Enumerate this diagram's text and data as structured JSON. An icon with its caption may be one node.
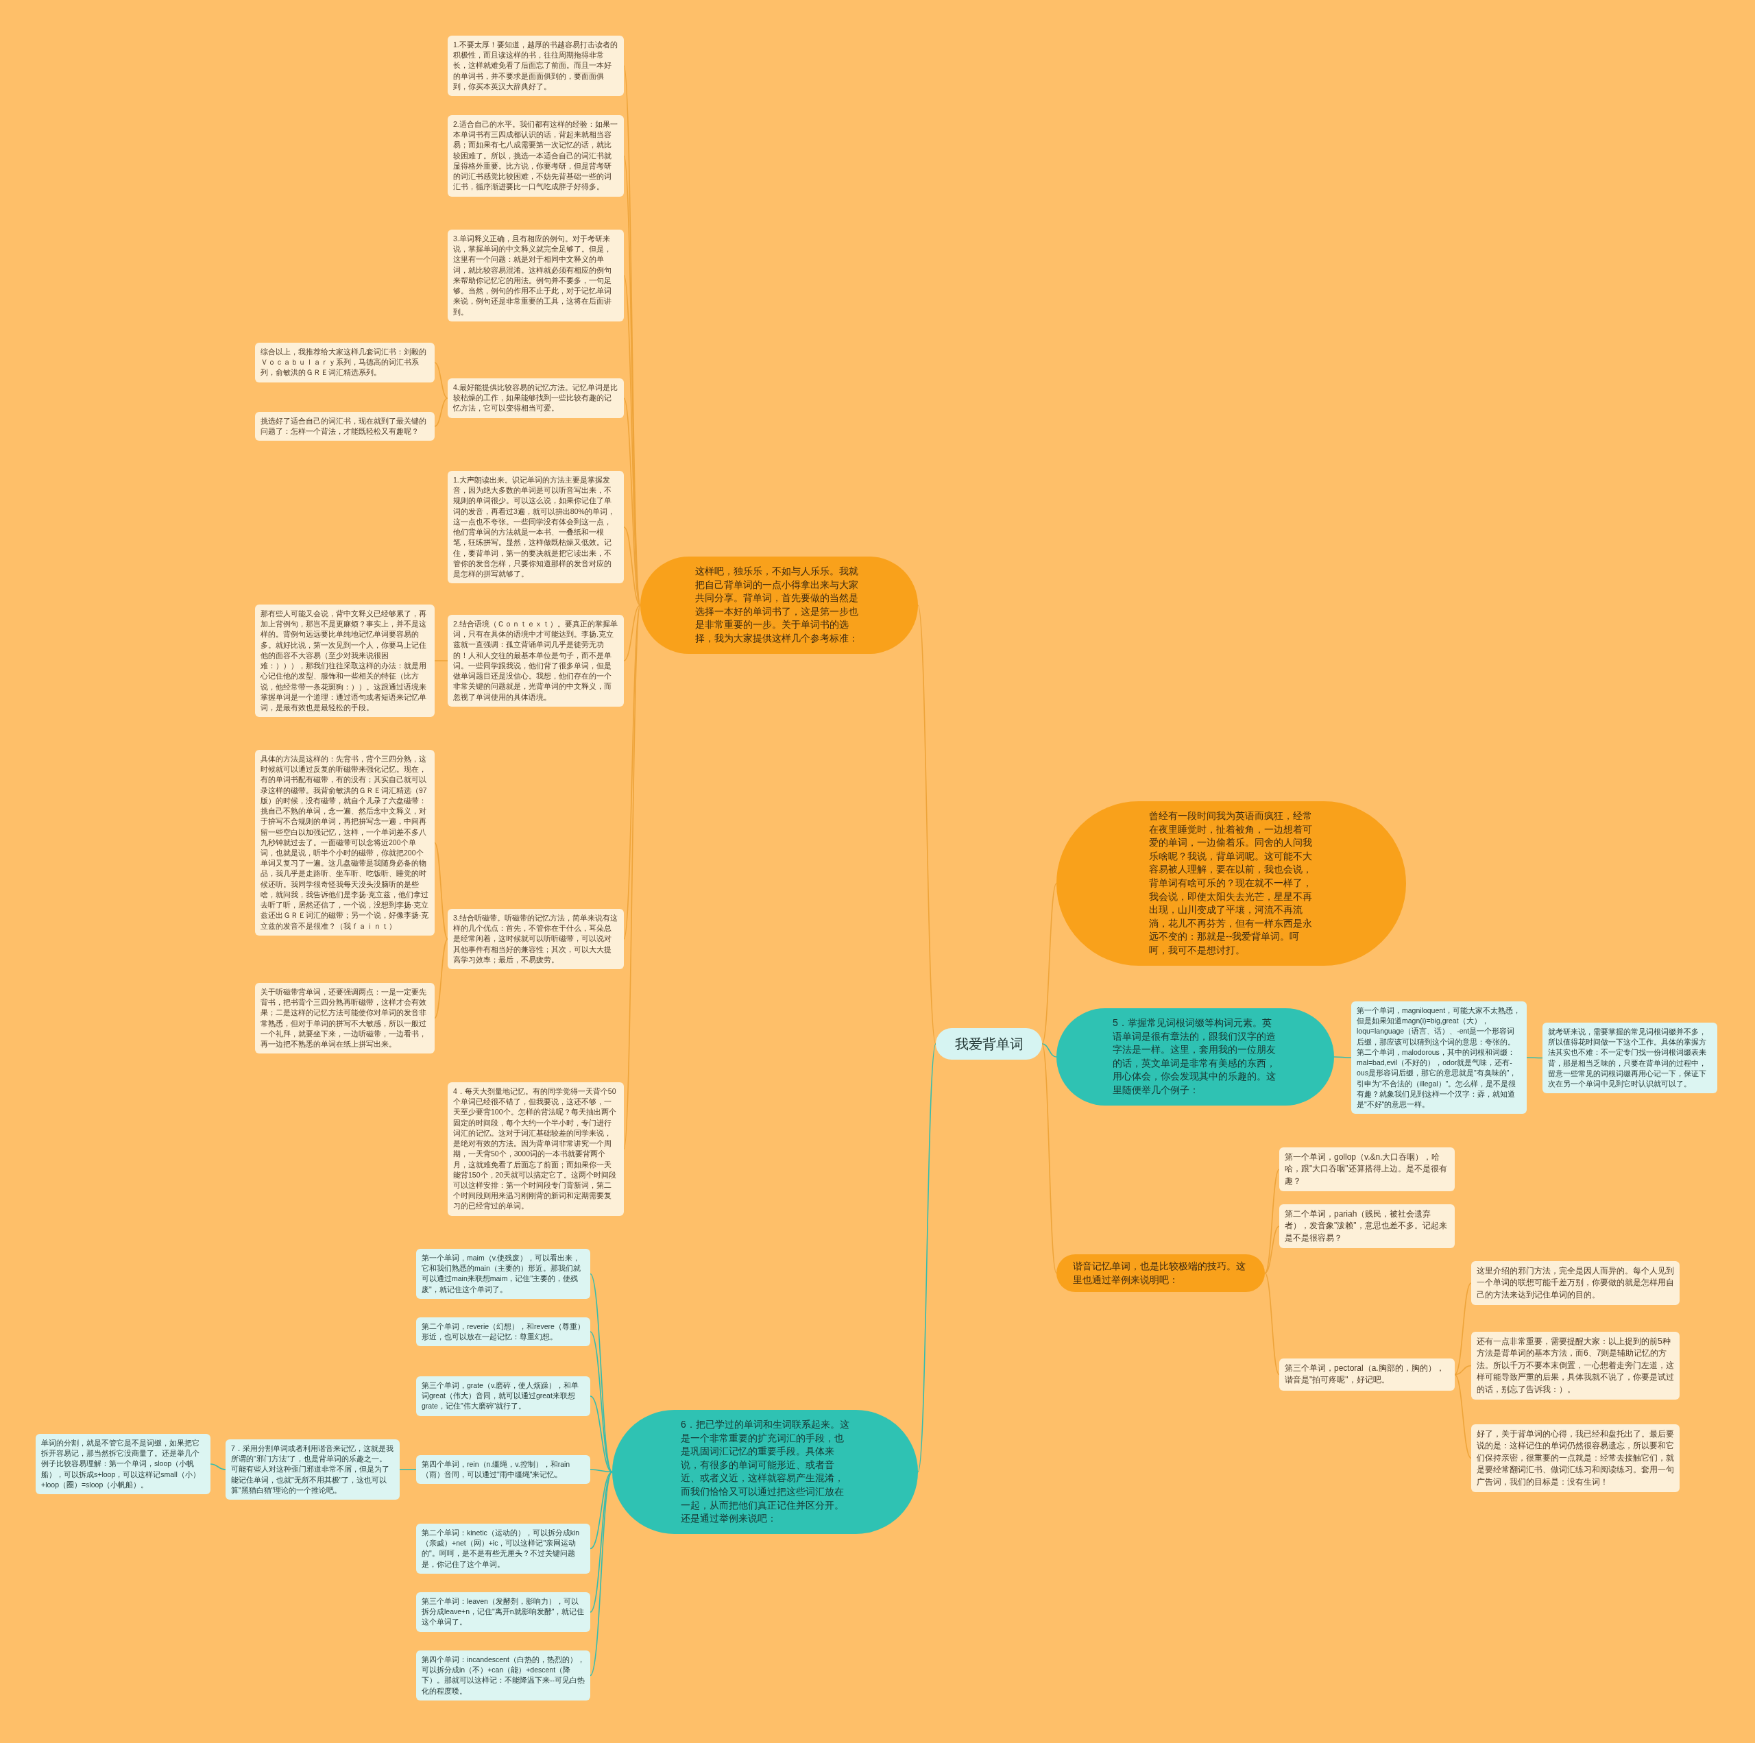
{
  "diagram": {
    "nodes": [
      {
        "text": [
          "我爱背单词"
        ]
      },
      {
        "text": [
          "这样吧，独乐乐，不如与人乐乐。我就把自己背单词的一点小得拿出来与大家共同分享。背单词，首先要做的当然是选择一本好的单词书了，这是第一步也是非常重要的一步。关于单词书的选择，我为大家提供这样几个参考标准："
        ]
      },
      {
        "text": [
          "1.不要太厚！要知道，越厚的书越容易打击读者的积极性，而且读这样的书，往往周期拖得非常长，这样就难免看了后面忘了前面。而且一本好的单词书，并不要求是面面俱到的，要面面俱到，你买本英汉大辞典好了。"
        ]
      },
      {
        "text": [
          "2.适合自己的水平。我们都有这样的经验：如果一本单词书有三四成都认识的话，背起来就相当容易；而如果有七八成需要第一次记忆的话，就比较困难了。所以，挑选一本适合自己的词汇书就显得格外重要。比方说，你要考研，但是背考研的词汇书感觉比较困难，不妨先背基础一些的词汇书，循序渐进要比一口气吃成胖子好得多。"
        ]
      },
      {
        "text": [
          "3.单词释义正确，且有相应的例句。对于考研来说，掌握单词的中文释义就完全足够了。但是，这里有一个问题：就是对于相同中文释义的单词，就比较容易混淆。这样就必须有相应的例句来帮助你记忆它的用法。例句并不要多，一句足够。当然，例句的作用不止于此，对于记忆单词来说，例句还是非常重要的工具，这将在后面讲到。"
        ]
      },
      {
        "text": [
          "4.最好能提供比较容易的记忆方法。记忆单词是比较枯燥的工作，如果能够找到一些比较有趣的记忆方法，它可以变得相当可爱。"
        ]
      },
      {
        "text": [
          "综合以上，我推荐给大家这样几套词汇书：刘毅的Ｖｏｃａｂｕｌａｒｙ系列，马德高的词汇书系列，俞敏洪的ＧＲＥ词汇精选系列。"
        ]
      },
      {
        "text": [
          "挑选好了适合自己的词汇书，现在就到了最关键的问题了：怎样一个背法，才能既轻松又有趣呢？"
        ]
      },
      {
        "text": [
          "1.大声朗读出来。识记单词的方法主要是掌握发音，因为绝大多数的单词是可以听音写出来，不规则的单词很少。可以这么说，如果你记住了单词的发音，再看过3遍，就可以拚出80%的单词，这一点也不夸张。一些同学没有体会到这一点，他们背单词的方法就是一本书、一叠纸和一根笔，狂练拼写。显然，这样做既枯燥又低效。记住，要背单词，第一的要决就是把它读出来，不管你的发音怎样，只要你知道那样的发音对应的是怎样的拼写就够了。"
        ]
      },
      {
        "text": [
          "2.结合语境（Ｃｏｎｔｅｘｔ）。要真正的掌握单词，只有在具体的语境中才可能达到。李扬.克立兹就一直强调：孤立背诵单词几乎是徒劳无功的！人和人交往的最基本单位是句子，而不是单词。一些同学跟我说，他们背了很多单词，但是做单词题目还是没信心。我想，他们存在的一个非常关键的问题就是，光背单词的中文释义，而忽视了单词使用的具体语境。"
        ]
      },
      {
        "text": [
          "那有些人可能又会说，背中文释义已经够累了，再加上背例句，那岂不是更麻烦？事实上，并不是这样的。背例句远远要比单纯地记忆单词要容易的多。就好比说，第一次见到一个人，你要马上记住他的面容不大容易（至少对我来说很困难：））），那我们往往采取这样的办法：就是用心记住他的发型、服饰和一些相关的特征（比方说，他经常带一条花斑狗：））。这跟通过语境来掌握单词是一个道理：通过语句或者短语来记忆单词，是最有效也是最轻松的手段。"
        ]
      },
      {
        "text": [
          "3.结合听磁带。听磁带的记忆方法，简单来说有这样的几个优点：首先，不管你在干什么，耳朵总是经常闲着，这时候就可以听听磁带，可以说对其他事件有相当好的兼容性；其次，可以大大提高学习效率；最后，不易疲劳。"
        ]
      },
      {
        "text": [
          "具体的方法是这样的：先背书，背个三四分熟，这时候就可以通过反复的听磁带来强化记忆。现在，有的单词书配有磁带，有的没有；其实自己就可以录这样的磁带。我背俞敏洪的ＧＲＥ词汇精选（97版）的时候，没有磁带，就自个儿录了六盘磁带：挑自己不熟的单词，念一遍、然后念中文释义，对于拚写不合规则的单词，再把拚写念一遍，中间再留一些空白以加强记忆，这样，一个单词差不多八九秒钟就过去了。一面磁带可以念将近200个单词，也就是说，听半个小时的磁带，你就把200个单词又复习了一遍。这几盘磁带是我随身必备的物品，我几乎是走路听、坐车听、吃饭听、睡觉的时候还听。我同学很奇怪我每天没头没脑听的是些啥，就问我，我告诉他们是李扬·克立兹，他们拿过去听了听，居然还信了，一个说，没想到李扬·克立兹还出ＧＲＥ词汇的磁带；另一个说，好像李扬·克立兹的发音不是很准？（我ｆａｉｎｔ）"
        ]
      },
      {
        "text": [
          "关于听磁带背单词，还要强调两点：一是一定要先背书，把书背个三四分熟再听磁带，这样才会有效果；二是这样的记忆方法可能使你对单词的发音非常熟悉，但对于单词的拼写不大敏感，所以一般过一个礼拜，就要坐下来，一边听磁带，一边看书，再一边把不熟悉的单词在纸上拼写出来。"
        ]
      },
      {
        "text": [
          "4．每天大剂量地记忆。有的同学觉得一天背个50个单词已经很不错了，但我要说，这还不够，一天至少要背100个。怎样的背法呢？每天抽出两个固定的时间段，每个大约一个半小时，专门进行词汇的记忆。这对于词汇基础较差的同学来说，是绝对有效的方法。因为背单词非常讲究一个周期，一天背50个，3000词的一本书就要背两个月，这就难免看了后面忘了前面；而如果你一天能背150个，20天就可以搞定它了。这两个时间段可以这样安排：第一个时间段专门背新词，第二个时间段则用来温习刚刚背的新词和定期需要复习的已经背过的单词。"
        ]
      },
      {
        "text": [
          "曾经有一段时间我为英语而疯狂，经常在夜里睡觉时，扯着被角，一边想着可爱的单词，一边偷着乐。同舍的人问我乐啥呢？我说，背单词呢。这可能不大容易被人理解，要在以前，我也会说，背单词有啥可乐的？现在就不一样了，我会说，即使太阳失去光芒，星星不再出现，山川变成了平壤，河流不再流淌，花儿不再芬芳，但有一样东西是永远不变的：那就是--我爱背单词。呵呵，我可不是想讨打。"
        ]
      },
      {
        "text": [
          "5．掌握常见词根词缀等构词元素。英语单词是很有章法的，跟我们汉字的造字法是一样。这里，套用我的一位朋友的话，英文单词是非常有美感的东西，用心体会，你会发现其中的乐趣的。这里随便举几个例子："
        ]
      },
      {
        "text": [
          "第一个单词，magniloquent，可能大家不太熟悉，但是如果知道magn(i)=big,great（大），loqu=language（语言、话）、-ent是一个形容词后缀，那应该可以猜到这个词的意思：夸张的。第二个单词，malodorous，其中的词根和词缀：mal=bad,evil（不好的），odor就是气味，还有-ous是形容词后缀，那它的意思就是\"有臭味的\"，引申为\"不合法的（illegal）\"。怎么样，是不是很有趣？就象我们见到这样一个汉字：孬，就知道是\"不好\"的意思一样。"
        ]
      },
      {
        "text": [
          "就考研来说，需要掌握的常见词根词缀并不多，所以值得花时间做一下这个工作。具体的掌握方法其实也不难：不一定专门找一份词根词缀表来背，那是相当乏味的，只要在背单词的过程中，留意一些常见的词根词缀再用心记一下，保证下次在另一个单词中见到它时认识就可以了。"
        ]
      },
      {
        "text": [
          "谐音记忆单词，也是比较极端的技巧。这里也通过举例来说明吧："
        ]
      },
      {
        "text": [
          "第一个单词，gollop（v.&n.大口吞咽），哈哈，跟\"大口吞咽\"还算搭得上边。是不是很有趣？"
        ]
      },
      {
        "text": [
          "第二个单词，pariah（贱民，被社会遗弃者），发音象\"泼赖\"，意思也差不多。记起来是不是很容易？"
        ]
      },
      {
        "text": [
          "第三个单词，pectoral（a.胸部的，胸的），谐音是\"拍可疼呢\"，好记吧。"
        ]
      },
      {
        "text": [
          "这里介绍的邪门方法，完全是因人而异的。每个人见到一个单词的联想可能千差万别，你要做的就是怎样用自己的方法来达到记住单词的目的。"
        ]
      },
      {
        "text": [
          "还有一点非常重要，需要提醒大家：以上提到的前5种方法是背单词的基本方法，而6、7则是辅助记忆的方法。所以千万不要本末倒置，一心想着走旁门左道，这样可能导致严重的后果，具体我就不说了，你要是试过的话，别忘了告诉我：）。"
        ]
      },
      {
        "text": [
          "好了，关于背单词的心得，我已经和盘托出了。最后要说的是：这样记住的单词仍然很容易遗忘，所以要和它们保持亲密，很重要的一点就是：经常去接触它们，就是要经常翻词汇书、做词汇练习和阅读练习。套用一句广告词，我们的目标是：没有生词！"
        ]
      },
      {
        "text": [
          "6．把已学过的单词和生词联系起来。这是一个非常重要的扩充词汇的手段，也是巩固词汇记忆的重要手段。具体来说，有很多的单词可能形近、或者音近、或者义近，这样就容易产生混淆，而我们恰恰又可以通过把这些词汇放在一起，从而把他们真正记住并区分开。还是通过举例来说吧："
        ]
      },
      {
        "text": [
          "第一个单词，maim（v.使残废），可以看出来，它和我们熟悉的main（主要的）形近。那我们就可以通过main来联想maim，记住\"主要的，使残废\"，就记住这个单词了。"
        ]
      },
      {
        "text": [
          "第二个单词，reverie（幻想），和revere（尊重）形近，也可以放在一起记忆：尊重幻想。"
        ]
      },
      {
        "text": [
          "第三个单词，grate（v.磨碎，使人烦躁），和单词great（伟大）音同，就可以通过great来联想grate，记住\"伟大磨碎\"就行了。"
        ]
      },
      {
        "text": [
          "第四个单词，rein（n.缰绳，v.控制），和rain（雨）音同，可以通过\"雨中缰绳\"来记忆。"
        ]
      },
      {
        "text": [
          "7．采用分割单词或者利用谐音来记忆，这就是我所谓的\"邪门方法\"了，也是背单词的乐趣之一。可能有些人对这种歪门邪道非常不屑，但是为了能记住单词，也就\"无所不用其极\"了，这也可以算\"黑猫白猫\"理论的一个推论吧。"
        ]
      },
      {
        "text": [
          "单词的分割，就是不管它是不是词缀，如果把它拆开容易记，那当然拆它没商量了。还是举几个例子比较容易理解：第一个单词，sloop（小帆船），可以拆成s+loop，可以这样记small（小）+loop（圈）=sloop（小帆船）。"
        ]
      },
      {
        "text": [
          "第二个单词：kinetic（运动的），可以拆分成kin（亲戚）+net（网）+ic，可以这样记\"亲网运动的\"。呵呵，是不是有些无厘头？不过关键问题是，你记住了这个单词。"
        ]
      },
      {
        "text": [
          "第三个单词：leaven（发酵剂，影响力），可以拆分成leave+n，记住\"离开n就影响发酵\"，就记住这个单词了。"
        ]
      },
      {
        "text": [
          "第四个单词：incandescent（白热的，热烈的），可以拆分成in（不）+can（能）+descent（降下）。那就可以这样记：不能降温下来--可见白热化的程度喽。"
        ]
      }
    ],
    "edges": [
      {
        "from": 0,
        "to": 1,
        "arrow": "none"
      },
      {
        "from": 1,
        "to": 2,
        "arrow": "none"
      },
      {
        "from": 1,
        "to": 3,
        "arrow": "none"
      },
      {
        "from": 1,
        "to": 4,
        "arrow": "none"
      },
      {
        "from": 1,
        "to": 5,
        "arrow": "none"
      },
      {
        "from": 5,
        "to": 6,
        "arrow": "none"
      },
      {
        "from": 5,
        "to": 7,
        "arrow": "none"
      },
      {
        "from": 1,
        "to": 8,
        "arrow": "none"
      },
      {
        "from": 1,
        "to": 9,
        "arrow": "none"
      },
      {
        "from": 9,
        "to": 10,
        "arrow": "none"
      },
      {
        "from": 1,
        "to": 11,
        "arrow": "none"
      },
      {
        "from": 11,
        "to": 12,
        "arrow": "none"
      },
      {
        "from": 11,
        "to": 13,
        "arrow": "none"
      },
      {
        "from": 1,
        "to": 14,
        "arrow": "none"
      },
      {
        "from": 0,
        "to": 15,
        "arrow": "none"
      },
      {
        "from": 0,
        "to": 16,
        "arrow": "none",
        "color": "#34bcae"
      },
      {
        "from": 16,
        "to": 17,
        "arrow": "none",
        "color": "#34bcae"
      },
      {
        "from": 17,
        "to": 18,
        "arrow": "none",
        "color": "#34bcae"
      },
      {
        "from": 0,
        "to": 19,
        "arrow": "none"
      },
      {
        "from": 19,
        "to": 20,
        "arrow": "none"
      },
      {
        "from": 19,
        "to": 21,
        "arrow": "none"
      },
      {
        "from": 19,
        "to": 22,
        "arrow": "none"
      },
      {
        "from": 22,
        "to": 23,
        "arrow": "none"
      },
      {
        "from": 22,
        "to": 24,
        "arrow": "none"
      },
      {
        "from": 22,
        "to": 25,
        "arrow": "none"
      },
      {
        "from": 0,
        "to": 26,
        "arrow": "none",
        "color": "#34bcae"
      },
      {
        "from": 26,
        "to": 27,
        "arrow": "none",
        "color": "#34bcae"
      },
      {
        "from": 26,
        "to": 28,
        "arrow": "none",
        "color": "#34bcae"
      },
      {
        "from": 26,
        "to": 29,
        "arrow": "none",
        "color": "#34bcae"
      },
      {
        "from": 26,
        "to": 30,
        "arrow": "none",
        "color": "#34bcae"
      },
      {
        "from": 30,
        "to": 31,
        "arrow": "none",
        "color": "#34bcae"
      },
      {
        "from": 31,
        "to": 32,
        "arrow": "none",
        "color": "#34bcae"
      },
      {
        "from": 26,
        "to": 33,
        "arrow": "none",
        "color": "#34bcae"
      },
      {
        "from": 26,
        "to": 34,
        "arrow": "none",
        "color": "#34bcae"
      },
      {
        "from": 26,
        "to": 35,
        "arrow": "none",
        "color": "#34bcae"
      }
    ]
  }
}
